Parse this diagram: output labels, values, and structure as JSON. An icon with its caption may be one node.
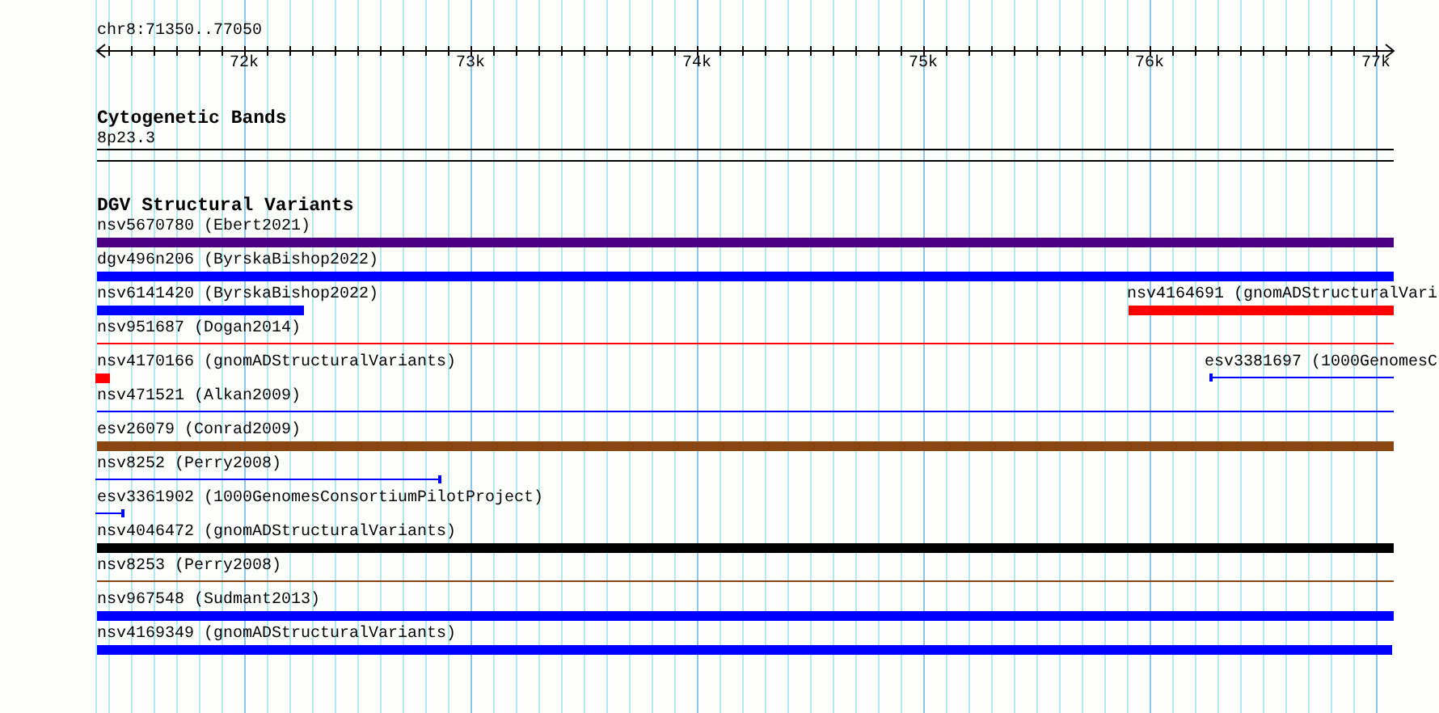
{
  "diagram": {
    "nodes": [
      {
        "text": [
          "8p23.3"
        ]
      },
      {
        "text": [
          "nsv5670780 (Ebert2021)"
        ]
      },
      {
        "text": [
          "dgv496n206 (ByrskaBishop2022)"
        ]
      },
      {
        "text": [
          "nsv6141420 (ByrskaBishop2022)"
        ]
      },
      {
        "text": [
          "nsv4164691 (gnomADStructuralVari"
        ]
      },
      {
        "text": [
          "nsv951687 (Dogan2014)"
        ]
      },
      {
        "text": [
          "nsv4170166 (gnomADStructuralVariants)"
        ]
      },
      {
        "text": [
          "esv3381697 (1000GenomesC"
        ]
      },
      {
        "text": [
          "nsv471521 (Alkan2009)"
        ]
      },
      {
        "text": [
          "esv26079 (Conrad2009)"
        ]
      },
      {
        "text": [
          "nsv8252 (Perry2008)"
        ]
      },
      {
        "text": [
          "esv3361902 (1000GenomesConsortiumPilotProject)"
        ]
      },
      {
        "text": [
          "nsv4046472 (gnomADStructuralVariants)"
        ]
      },
      {
        "text": [
          "nsv8253 (Perry2008)"
        ]
      },
      {
        "text": [
          "nsv967548 (Sudmant2013)"
        ]
      },
      {
        "text": [
          "nsv4169349 (gnomADStructuralVariants)"
        ]
      }
    ],
    "labels": [
      "chr8:71350..77050",
      "72k",
      "73k",
      "74k",
      "75k",
      "76k",
      "77k",
      "Cytogenetic Bands",
      "DGV Structural Variants"
    ]
  }
}
